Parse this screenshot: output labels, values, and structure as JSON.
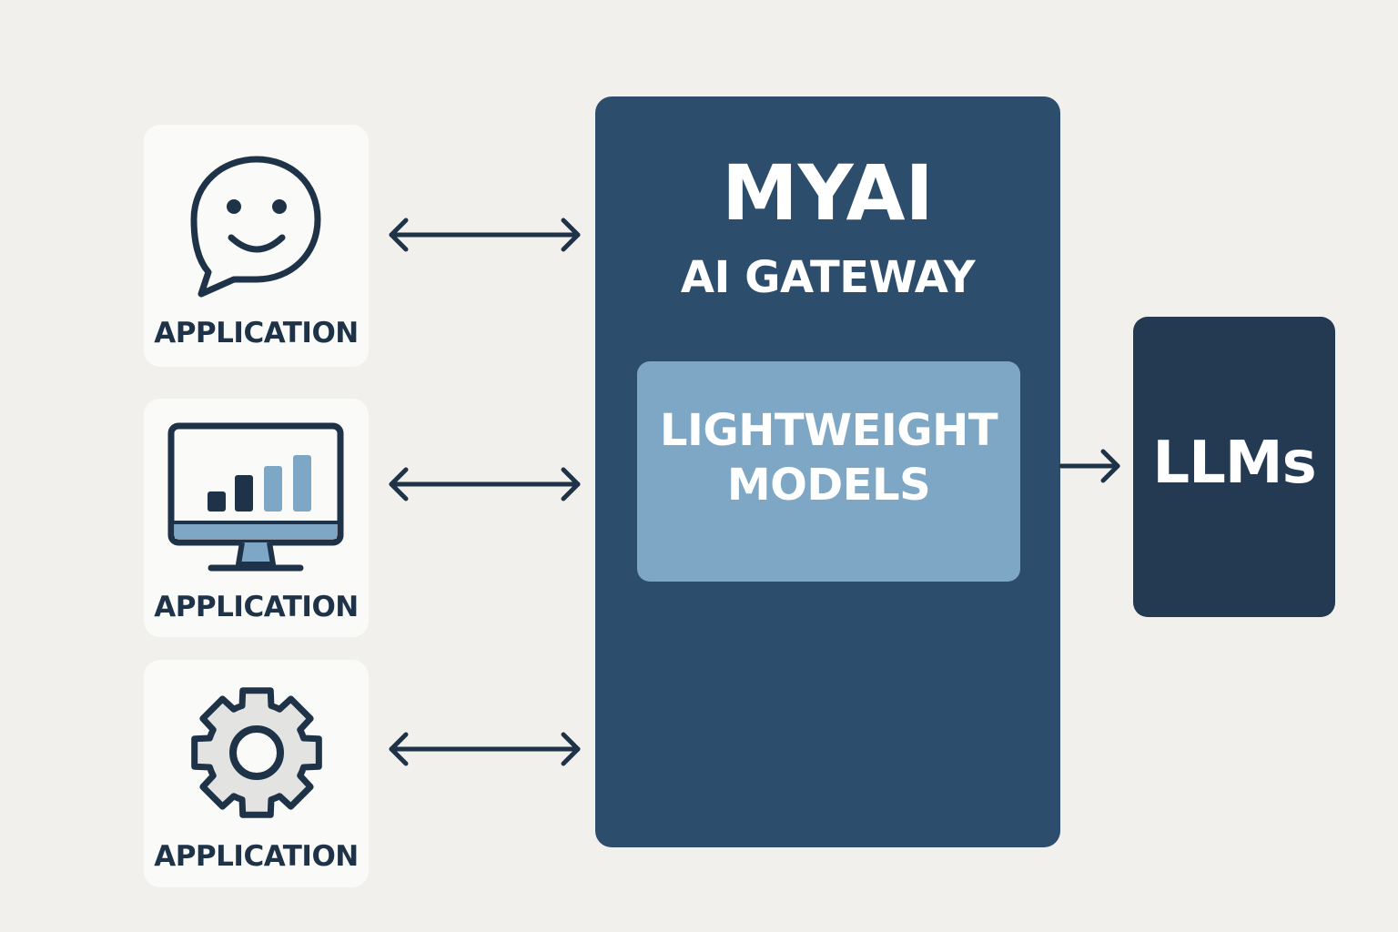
{
  "applications": [
    {
      "label": "APPLICATION",
      "icon": "chat-smiley-icon"
    },
    {
      "label": "APPLICATION",
      "icon": "monitor-bar-chart-icon"
    },
    {
      "label": "APPLICATION",
      "icon": "gear-icon"
    }
  ],
  "gateway": {
    "title": "MYAI",
    "subtitle": "AI GATEWAY",
    "inner_box": {
      "line1": "LIGHTWEIGHT",
      "line2": "MODELS"
    }
  },
  "llms": {
    "label": "LLMs"
  },
  "colors": {
    "background": "#f1f0ec",
    "card": "#fafaf8",
    "gateway": "#2c4e6c",
    "inner_box": "#7ea7c5",
    "llms": "#243a52",
    "ink": "#1f3348",
    "accent": "#7ea7c5"
  }
}
